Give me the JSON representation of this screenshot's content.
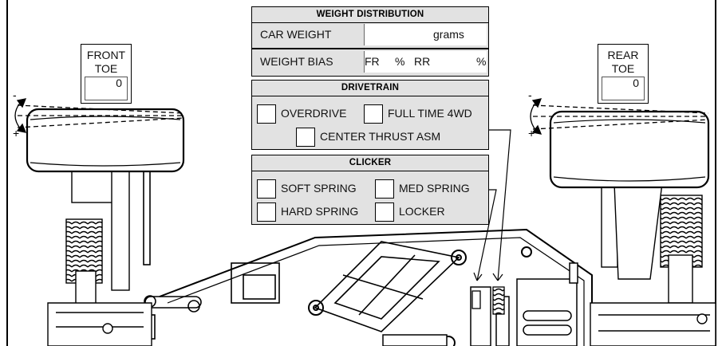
{
  "front_toe": {
    "label_line1": "FRONT",
    "label_line2": "TOE",
    "value": "0"
  },
  "rear_toe": {
    "label_line1": "REAR",
    "label_line2": "TOE",
    "value": "0"
  },
  "toe_marks": {
    "minus": "-",
    "plus": "+"
  },
  "weight_distribution": {
    "title": "WEIGHT DISTRIBUTION",
    "car_weight_label": "CAR WEIGHT",
    "car_weight_unit": "grams",
    "weight_bias_label": "WEIGHT BIAS",
    "front_label": "FR",
    "rear_label": "RR",
    "percent_symbol": "%"
  },
  "drivetrain": {
    "title": "DRIVETRAIN",
    "options": [
      "OVERDRIVE",
      "FULL TIME 4WD",
      "CENTER THRUST ASM"
    ]
  },
  "clicker": {
    "title": "CLICKER",
    "options": [
      "SOFT SPRING",
      "MED SPRING",
      "HARD SPRING",
      "LOCKER"
    ]
  },
  "colors": {
    "line": "#000000",
    "panel_fill": "#e2e2e2",
    "shade": "#9a9a9a"
  }
}
